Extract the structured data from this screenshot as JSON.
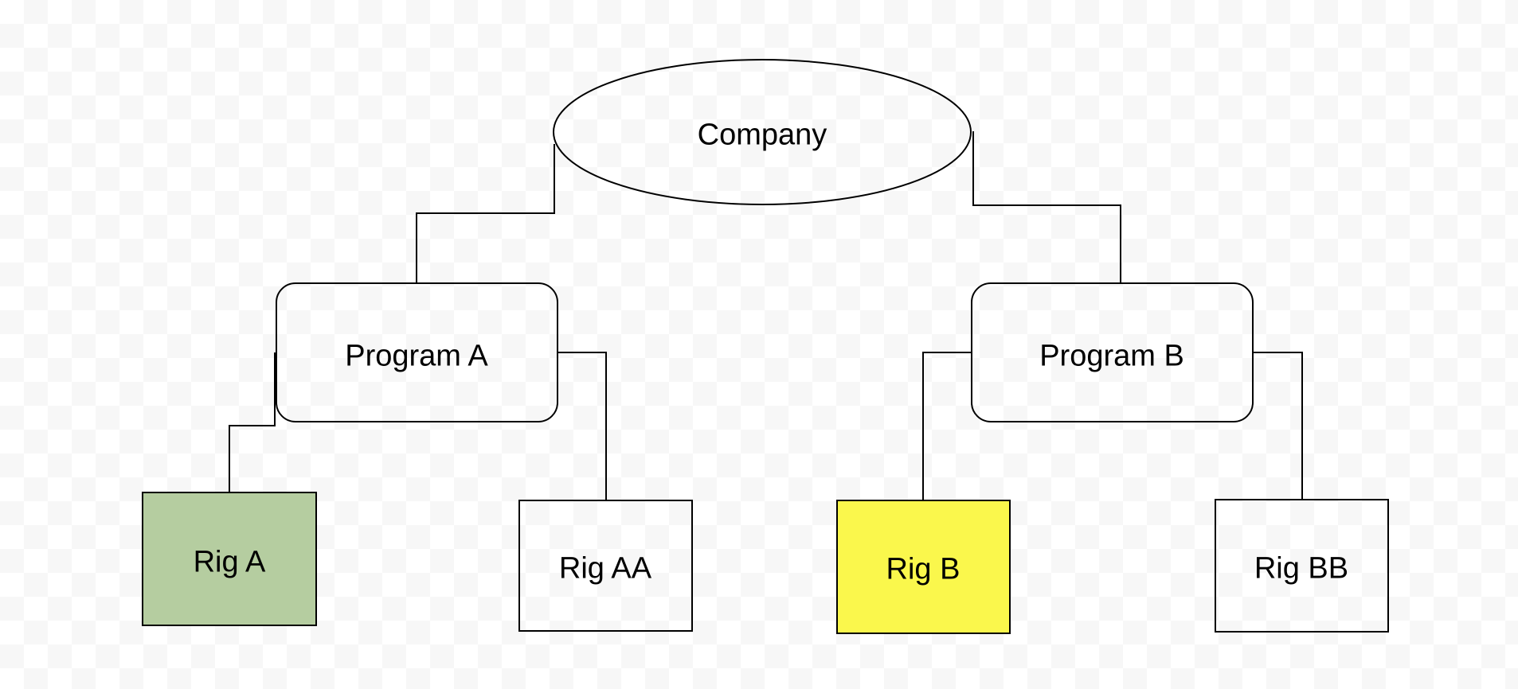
{
  "diagram": {
    "type": "org-chart",
    "nodes": {
      "company": {
        "label": "Company",
        "shape": "ellipse",
        "fill": "transparent"
      },
      "program_a": {
        "label": "Program A",
        "shape": "rounded-rectangle",
        "fill": "transparent"
      },
      "program_b": {
        "label": "Program B",
        "shape": "rounded-rectangle",
        "fill": "transparent"
      },
      "rig_a": {
        "label": "Rig A",
        "shape": "rectangle",
        "fill": "#b5cda0"
      },
      "rig_aa": {
        "label": "Rig AA",
        "shape": "rectangle",
        "fill": "transparent"
      },
      "rig_b": {
        "label": "Rig B",
        "shape": "rectangle",
        "fill": "#faf74c"
      },
      "rig_bb": {
        "label": "Rig BB",
        "shape": "rectangle",
        "fill": "transparent"
      }
    },
    "edges": [
      {
        "from": "Company",
        "to": "Program A"
      },
      {
        "from": "Company",
        "to": "Program B"
      },
      {
        "from": "Program A",
        "to": "Rig A"
      },
      {
        "from": "Program A",
        "to": "Rig AA"
      },
      {
        "from": "Program B",
        "to": "Rig B"
      },
      {
        "from": "Program B",
        "to": "Rig BB"
      }
    ]
  },
  "colors": {
    "checkerboard_white": "#ffffff",
    "checkerboard_gray": "#f7f7f7",
    "node_stroke": "#000000",
    "rig_a_fill": "#b5cda0",
    "rig_b_fill": "#faf74c"
  }
}
